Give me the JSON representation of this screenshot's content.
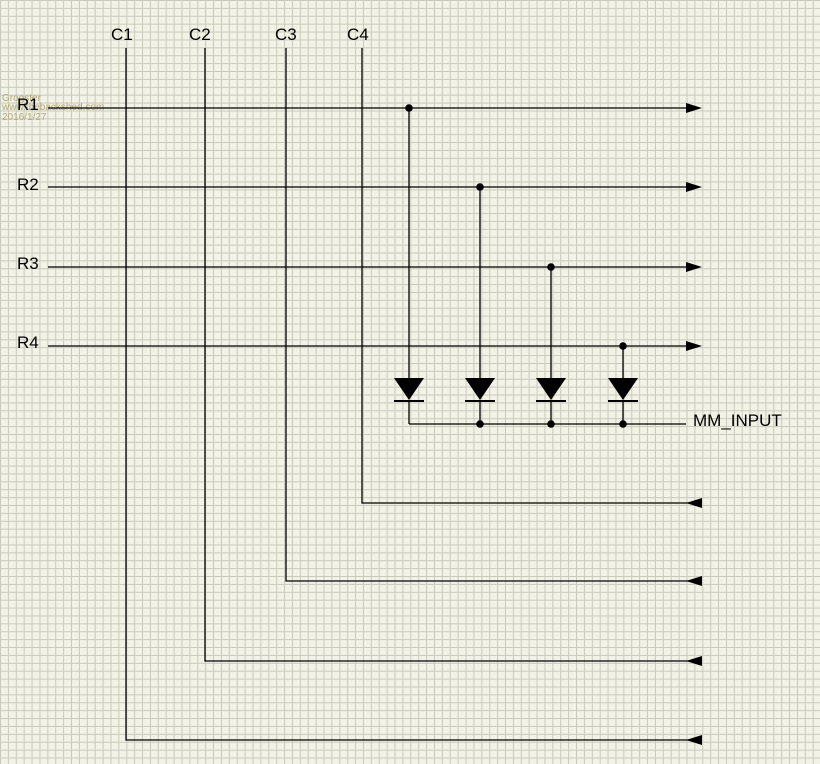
{
  "watermark": {
    "author": "Grogster",
    "site": "www.thebackshed.com",
    "date": "2016/1/27"
  },
  "columns": [
    {
      "label": "C1"
    },
    {
      "label": "C2"
    },
    {
      "label": "C3"
    },
    {
      "label": "C4"
    }
  ],
  "rows": [
    {
      "label": "R1"
    },
    {
      "label": "R2"
    },
    {
      "label": "R3"
    },
    {
      "label": "R4"
    }
  ],
  "output_label": "MM_INPUT",
  "colors": {
    "background": "#f2f2e6",
    "grid": "#c9c9bc",
    "ink": "#000000",
    "watermark": "#b3a878"
  }
}
